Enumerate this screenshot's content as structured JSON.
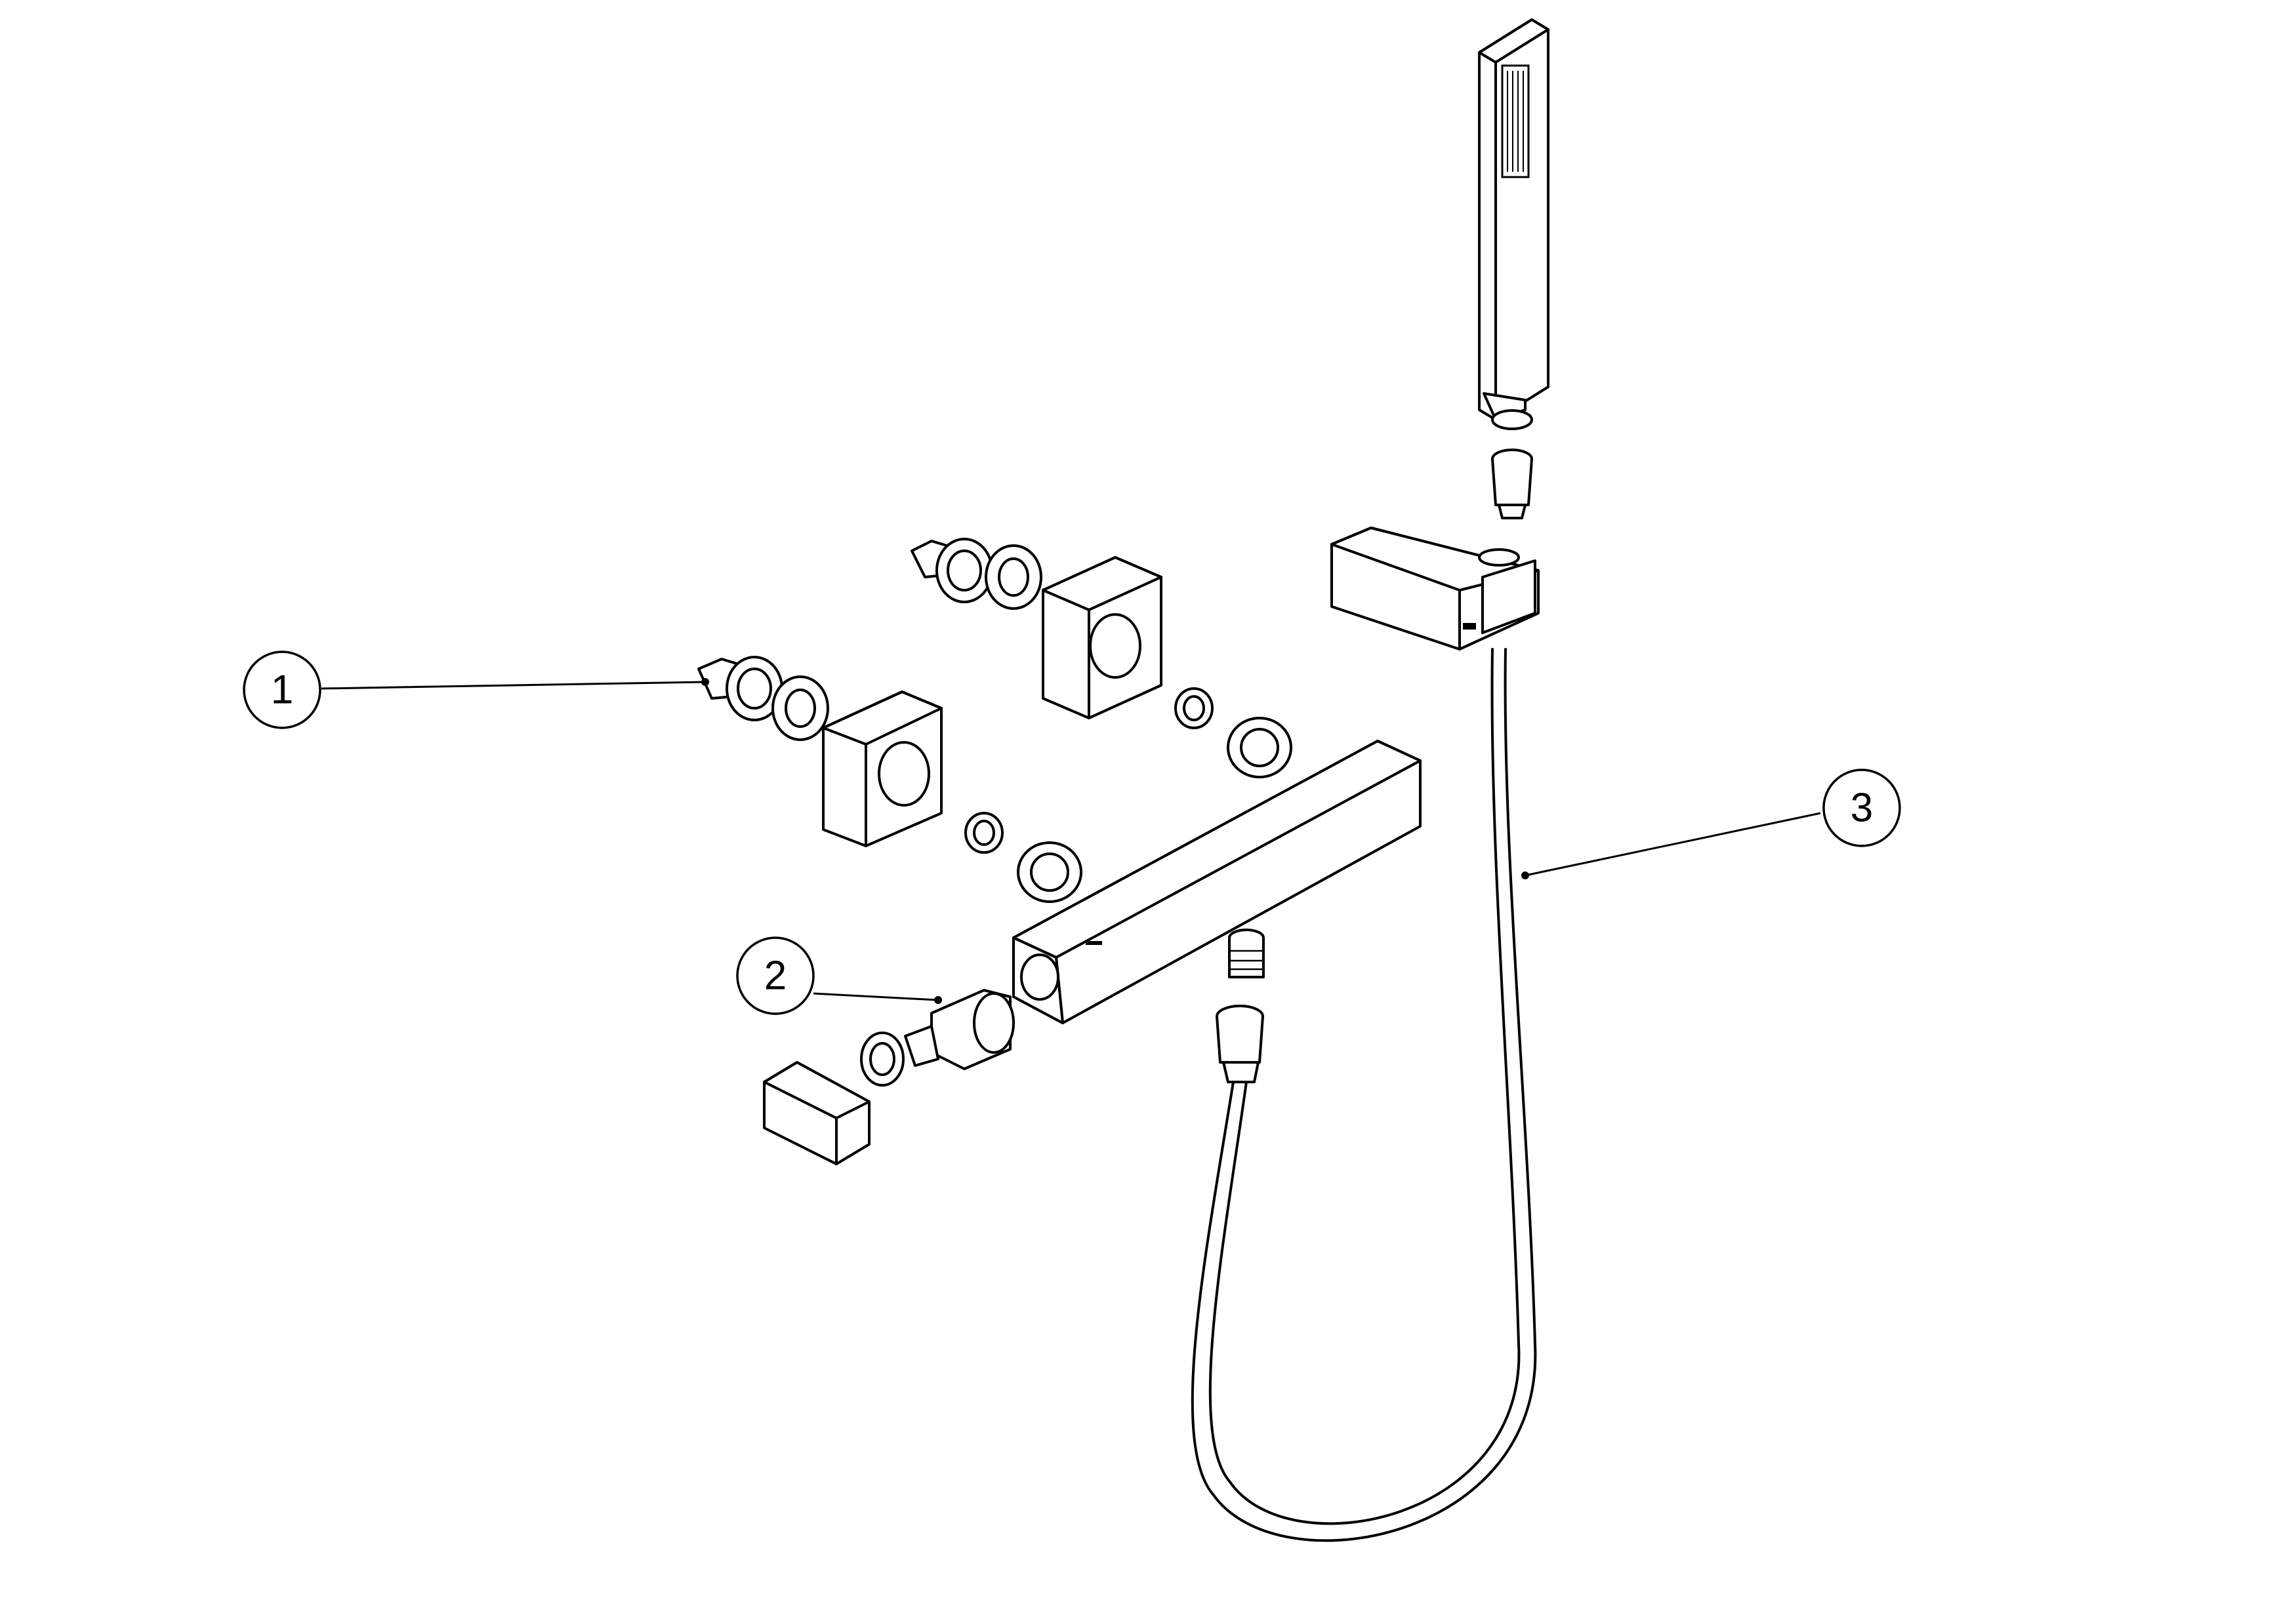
{
  "callouts": [
    {
      "label": "1",
      "part": "inlet-connector"
    },
    {
      "label": "2",
      "part": "cartridge"
    },
    {
      "label": "3",
      "part": "shower-hose"
    }
  ]
}
